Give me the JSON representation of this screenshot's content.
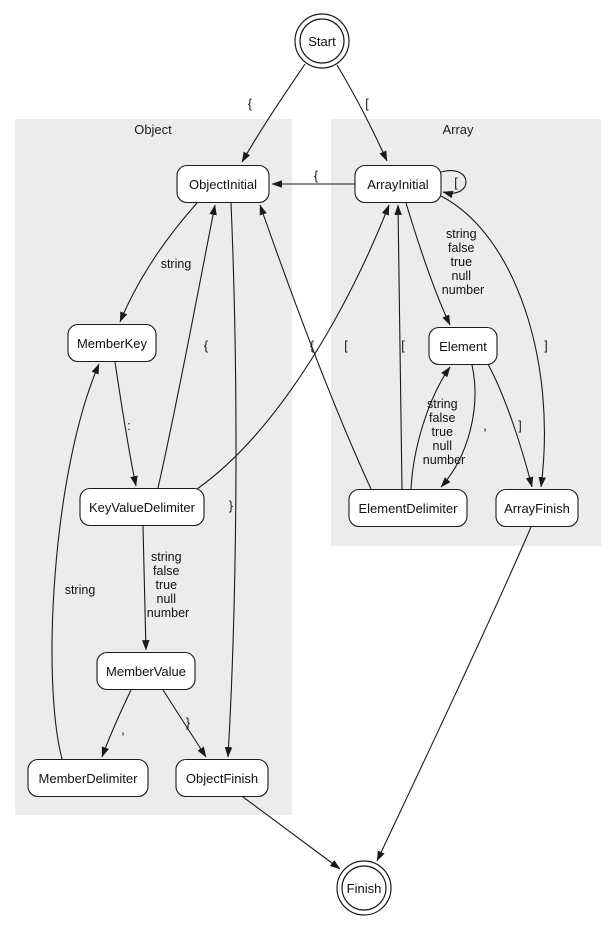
{
  "diagram": {
    "type": "state-machine",
    "clusters": {
      "object": {
        "label": "Object"
      },
      "array": {
        "label": "Array"
      }
    },
    "nodes": {
      "start": {
        "label": "Start",
        "shape": "doublecircle"
      },
      "finish": {
        "label": "Finish",
        "shape": "doublecircle"
      },
      "object_initial": {
        "label": "ObjectInitial",
        "shape": "rounded-box"
      },
      "array_initial": {
        "label": "ArrayInitial",
        "shape": "rounded-box"
      },
      "member_key": {
        "label": "MemberKey",
        "shape": "rounded-box"
      },
      "element": {
        "label": "Element",
        "shape": "rounded-box"
      },
      "key_value_delimiter": {
        "label": "KeyValueDelimiter",
        "shape": "rounded-box"
      },
      "element_delimiter": {
        "label": "ElementDelimiter",
        "shape": "rounded-box"
      },
      "array_finish": {
        "label": "ArrayFinish",
        "shape": "rounded-box"
      },
      "member_value": {
        "label": "MemberValue",
        "shape": "rounded-box"
      },
      "member_delimiter": {
        "label": "MemberDelimiter",
        "shape": "rounded-box"
      },
      "object_finish": {
        "label": "ObjectFinish",
        "shape": "rounded-box"
      }
    },
    "edges": {
      "start_to_object_initial": {
        "from": "Start",
        "to": "ObjectInitial",
        "label": "{"
      },
      "start_to_array_initial": {
        "from": "Start",
        "to": "ArrayInitial",
        "label": "["
      },
      "array_initial_to_object_initial": {
        "from": "ArrayInitial",
        "to": "ObjectInitial",
        "label": "{"
      },
      "array_initial_self": {
        "from": "ArrayInitial",
        "to": "ArrayInitial",
        "label": "["
      },
      "array_initial_to_element": {
        "from": "ArrayInitial",
        "to": "Element",
        "label_lines": [
          "string",
          "false",
          "true",
          "null",
          "number"
        ]
      },
      "array_initial_to_array_finish": {
        "from": "ArrayInitial",
        "to": "ArrayFinish",
        "label": "]"
      },
      "object_initial_to_member_key": {
        "from": "ObjectInitial",
        "to": "MemberKey",
        "label": "string"
      },
      "object_initial_to_object_finish": {
        "from": "ObjectInitial",
        "to": "ObjectFinish",
        "label": "}"
      },
      "member_key_to_key_value_delimiter": {
        "from": "MemberKey",
        "to": "KeyValueDelimiter",
        "label": ":"
      },
      "key_value_delimiter_to_member_value": {
        "from": "KeyValueDelimiter",
        "to": "MemberValue",
        "label_lines": [
          "string",
          "false",
          "true",
          "null",
          "number"
        ]
      },
      "key_value_delimiter_to_object_initial": {
        "from": "KeyValueDelimiter",
        "to": "ObjectInitial",
        "label": "{"
      },
      "key_value_delimiter_to_array_initial": {
        "from": "KeyValueDelimiter",
        "to": "ArrayInitial",
        "label": "["
      },
      "member_value_to_member_delimiter": {
        "from": "MemberValue",
        "to": "MemberDelimiter",
        "label": ","
      },
      "member_value_to_object_finish": {
        "from": "MemberValue",
        "to": "ObjectFinish",
        "label": "}"
      },
      "member_delimiter_to_member_key": {
        "from": "MemberDelimiter",
        "to": "MemberKey",
        "label": "string"
      },
      "element_to_element_delimiter": {
        "from": "Element",
        "to": "ElementDelimiter",
        "label": ","
      },
      "element_to_array_finish": {
        "from": "Element",
        "to": "ArrayFinish",
        "label": "]"
      },
      "element_delimiter_to_element": {
        "from": "ElementDelimiter",
        "to": "Element",
        "label_lines": [
          "string",
          "false",
          "true",
          "null",
          "number"
        ]
      },
      "element_delimiter_to_object_initial": {
        "from": "ElementDelimiter",
        "to": "ObjectInitial",
        "label": "{"
      },
      "element_delimiter_to_array_initial": {
        "from": "ElementDelimiter",
        "to": "ArrayInitial",
        "label": "["
      },
      "object_finish_to_finish": {
        "from": "ObjectFinish",
        "to": "Finish",
        "label": ""
      },
      "array_finish_to_finish": {
        "from": "ArrayFinish",
        "to": "Finish",
        "label": ""
      }
    },
    "colors": {
      "cluster_fill": "#ececec",
      "node_fill": "#ffffff",
      "stroke": "#1a1a1a"
    }
  }
}
